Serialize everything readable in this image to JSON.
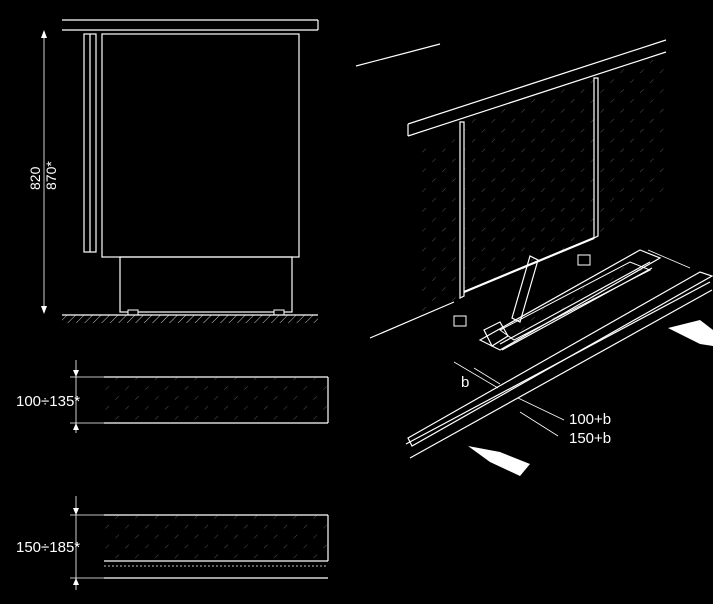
{
  "labels": {
    "height_a": "820",
    "height_b": "870*",
    "plinth_low": "100÷135*",
    "plinth_high": "150÷185*",
    "b": "b",
    "dim_100b": "100+b",
    "dim_150b": "150+b"
  }
}
